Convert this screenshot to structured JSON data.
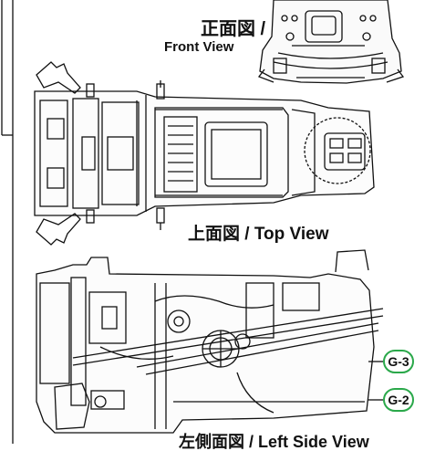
{
  "labels": {
    "front_view": {
      "jp": "正面図 /",
      "en": "Front View"
    },
    "top_view": "上面図 / Top View",
    "left_side_view": "左側面図 / Left Side View"
  },
  "callouts": [
    "G-3",
    "G-2"
  ],
  "colors": {
    "callout_border": "#2aa84a",
    "line": "#111111"
  }
}
